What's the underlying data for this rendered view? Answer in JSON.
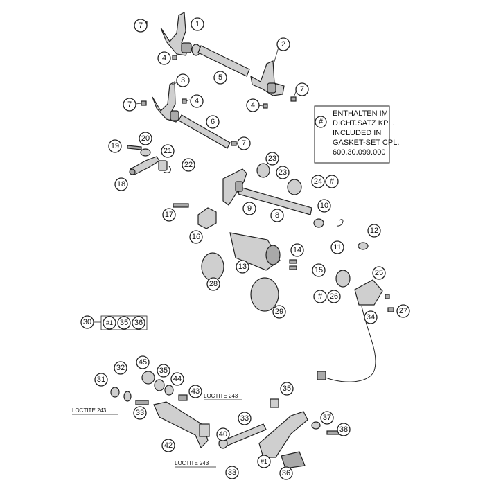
{
  "note": {
    "hash": "#",
    "lines": [
      "ENTHALTEN IM",
      "DICHT.SATZ KPL.",
      "INCLUDED IN",
      "GASKET-SET CPL.",
      "600.30.099.000"
    ]
  },
  "kit": {
    "label": "30",
    "items": [
      "#1",
      "35",
      "36"
    ]
  },
  "loctite_label": "LOCTITE 243",
  "callouts": [
    {
      "id": "c1",
      "text": "1"
    },
    {
      "id": "c2",
      "text": "2"
    },
    {
      "id": "c3",
      "text": "3"
    },
    {
      "id": "c4a",
      "text": "4"
    },
    {
      "id": "c4b",
      "text": "4"
    },
    {
      "id": "c4c",
      "text": "4"
    },
    {
      "id": "c5",
      "text": "5"
    },
    {
      "id": "c6",
      "text": "6"
    },
    {
      "id": "c7a",
      "text": "7"
    },
    {
      "id": "c7b",
      "text": "7"
    },
    {
      "id": "c7c",
      "text": "7"
    },
    {
      "id": "c7d",
      "text": "7"
    },
    {
      "id": "c8",
      "text": "8"
    },
    {
      "id": "c9",
      "text": "9"
    },
    {
      "id": "c10",
      "text": "10"
    },
    {
      "id": "c11",
      "text": "11"
    },
    {
      "id": "c12",
      "text": "12"
    },
    {
      "id": "c13",
      "text": "13"
    },
    {
      "id": "c14",
      "text": "14"
    },
    {
      "id": "c15",
      "text": "15"
    },
    {
      "id": "c16",
      "text": "16"
    },
    {
      "id": "c17",
      "text": "17"
    },
    {
      "id": "c18",
      "text": "18"
    },
    {
      "id": "c19",
      "text": "19"
    },
    {
      "id": "c20",
      "text": "20"
    },
    {
      "id": "c21",
      "text": "21"
    },
    {
      "id": "c22",
      "text": "22"
    },
    {
      "id": "c23a",
      "text": "23"
    },
    {
      "id": "c23b",
      "text": "23"
    },
    {
      "id": "c24",
      "text": "24"
    },
    {
      "id": "c24h",
      "text": "#"
    },
    {
      "id": "c25",
      "text": "25"
    },
    {
      "id": "c26",
      "text": "26"
    },
    {
      "id": "c26h",
      "text": "#"
    },
    {
      "id": "c27",
      "text": "27"
    },
    {
      "id": "c28",
      "text": "28"
    },
    {
      "id": "c29",
      "text": "29"
    },
    {
      "id": "c31",
      "text": "31"
    },
    {
      "id": "c32",
      "text": "32"
    },
    {
      "id": "c33a",
      "text": "33"
    },
    {
      "id": "c33b",
      "text": "33"
    },
    {
      "id": "c33c",
      "text": "33"
    },
    {
      "id": "c34",
      "text": "34"
    },
    {
      "id": "c35a",
      "text": "35"
    },
    {
      "id": "c35b",
      "text": "35"
    },
    {
      "id": "c36",
      "text": "36"
    },
    {
      "id": "c37",
      "text": "37"
    },
    {
      "id": "c38",
      "text": "38"
    },
    {
      "id": "c40",
      "text": "40"
    },
    {
      "id": "c42",
      "text": "42"
    },
    {
      "id": "c43",
      "text": "43"
    },
    {
      "id": "c44",
      "text": "44"
    },
    {
      "id": "c45",
      "text": "45"
    },
    {
      "id": "c1h",
      "text": "#1"
    }
  ]
}
